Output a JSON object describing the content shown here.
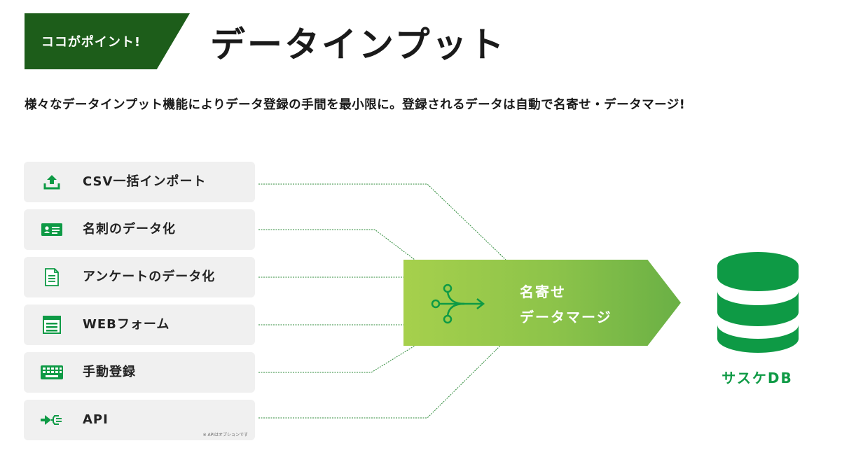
{
  "header": {
    "badge_label": "ココがポイント!",
    "title": "データインプット"
  },
  "subtitle": "様々なデータインプット機能によりデータ登録の手間を最小限に。登録されるデータは自動で名寄せ・データマージ!",
  "sources": [
    {
      "label": "CSV一括インポート",
      "icon": "upload-icon"
    },
    {
      "label": "名刺のデータ化",
      "icon": "business-card-icon"
    },
    {
      "label": "アンケートのデータ化",
      "icon": "survey-document-icon"
    },
    {
      "label": "WEBフォーム",
      "icon": "web-form-icon"
    },
    {
      "label": "手動登録",
      "icon": "keyboard-icon"
    },
    {
      "label": "API",
      "icon": "api-plug-icon",
      "note": "※ APIはオプションです"
    }
  ],
  "merge": {
    "line1": "名寄せ",
    "line2": "データマージ",
    "icon": "merge-arrows-icon"
  },
  "database": {
    "label": "サスケDB",
    "icon": "database-icon"
  },
  "colors": {
    "badge": "#1d5d1a",
    "icon_green": "#0e9a45",
    "connector": "#2e8b3a",
    "merge_gradient_start": "#a6d04c",
    "merge_gradient_end": "#6ab045",
    "item_background": "#f0f0f0"
  }
}
